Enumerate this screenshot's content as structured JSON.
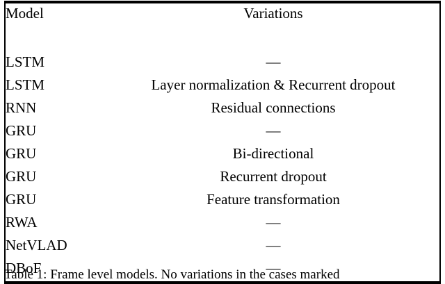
{
  "document": {
    "type": "paper-table-figure"
  },
  "table": {
    "columns": [
      {
        "key": "model",
        "header": "Model",
        "align": "left"
      },
      {
        "key": "variation",
        "header": "Variations",
        "align": "center"
      }
    ],
    "em_dash": "—",
    "rows": [
      {
        "model": "LSTM",
        "variation": "—"
      },
      {
        "model": "LSTM",
        "variation": "Layer normalization & Recurrent dropout"
      },
      {
        "model": "RNN",
        "variation": "Residual connections"
      },
      {
        "model": "GRU",
        "variation": "—"
      },
      {
        "model": "GRU",
        "variation": "Bi-directional"
      },
      {
        "model": "GRU",
        "variation": "Recurrent dropout"
      },
      {
        "model": "GRU",
        "variation": "Feature transformation"
      },
      {
        "model": "RWA",
        "variation": "—"
      },
      {
        "model": "NetVLAD",
        "variation": "—"
      },
      {
        "model": "DBoF",
        "variation": "—"
      }
    ]
  },
  "caption": {
    "text": "Table 1: Frame level models. No variations in the cases marked"
  },
  "colors": {
    "text": "#000000",
    "rule": "#000000",
    "background": "#ffffff"
  }
}
